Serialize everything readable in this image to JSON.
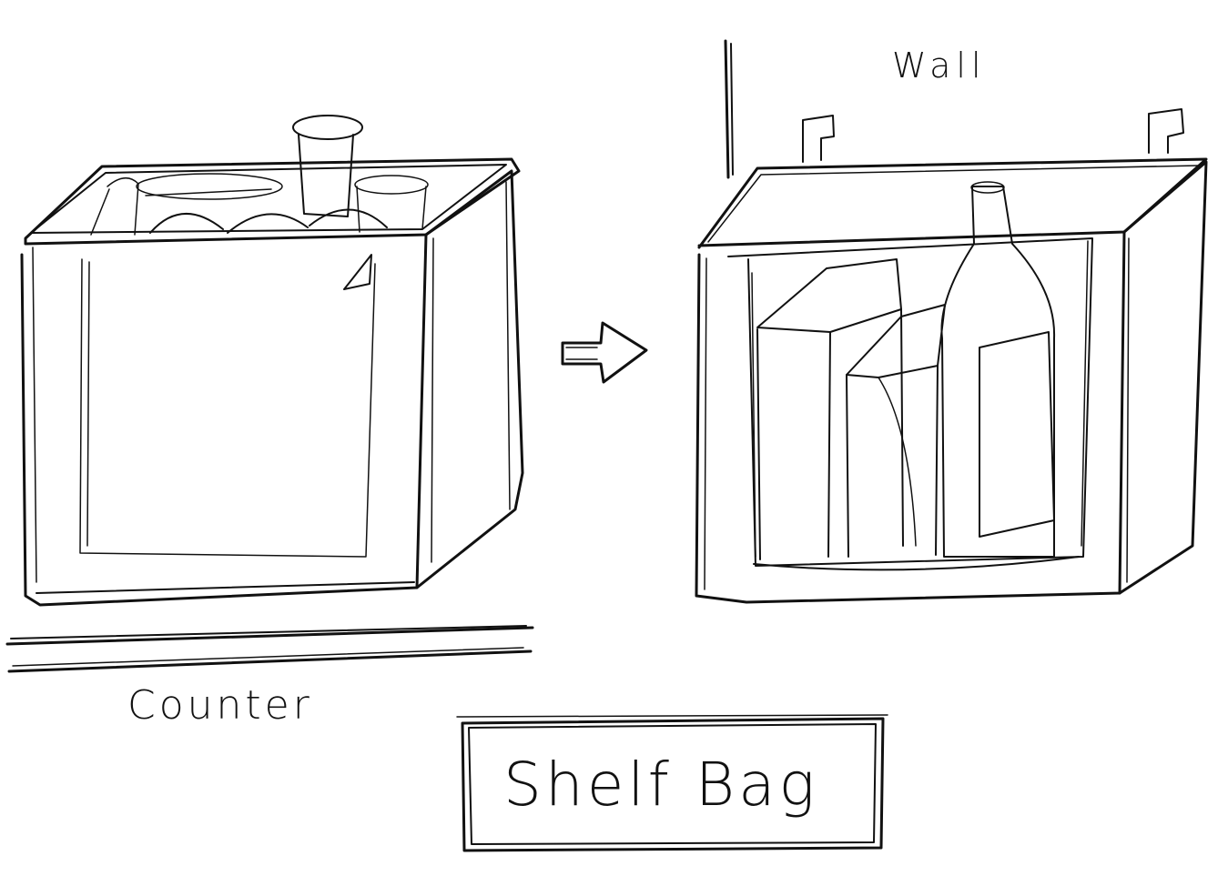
{
  "labels": {
    "counter": "Counter",
    "wall": "Wall",
    "title": "Shelf Bag"
  },
  "colors": {
    "ink": "#111111",
    "paper": "#ffffff"
  }
}
